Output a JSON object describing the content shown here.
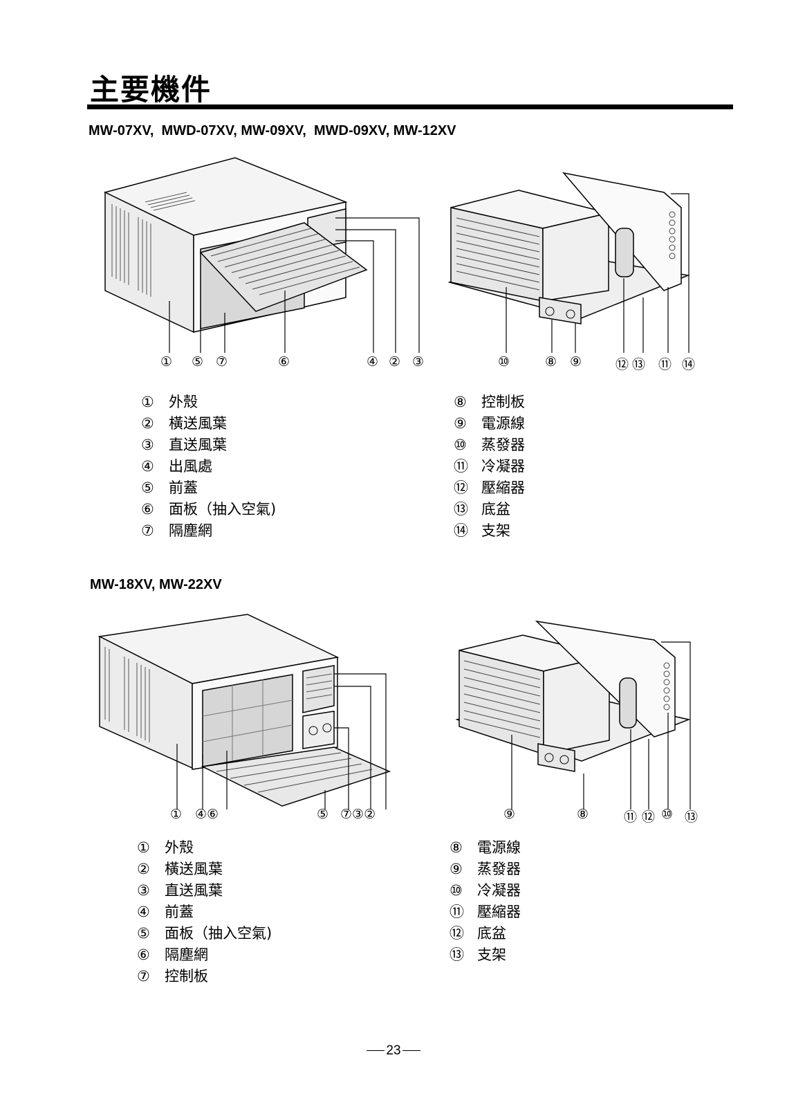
{
  "title": "主要機件",
  "section1": {
    "models": "MW-07XV,  MWD-07XV, MW-09XV,  MWD-09XV, MW-12XV",
    "callouts_left": [
      "①",
      "⑤",
      "⑦",
      "⑥",
      "④",
      "②",
      "③"
    ],
    "callouts_right": [
      "⑩",
      "⑧",
      "⑨",
      "⑫",
      "⑬",
      "⑪",
      "⑭"
    ],
    "legend_left": [
      {
        "num": "①",
        "label": "外殼"
      },
      {
        "num": "②",
        "label": "橫送風葉"
      },
      {
        "num": "③",
        "label": "直送風葉"
      },
      {
        "num": "④",
        "label": "出風處"
      },
      {
        "num": "⑤",
        "label": "前蓋"
      },
      {
        "num": "⑥",
        "label": "面板（抽入空氣)"
      },
      {
        "num": "⑦",
        "label": "隔塵網"
      }
    ],
    "legend_right": [
      {
        "num": "⑧",
        "label": "控制板"
      },
      {
        "num": "⑨",
        "label": "電源線"
      },
      {
        "num": "⑩",
        "label": "蒸發器"
      },
      {
        "num": "⑪",
        "label": "冷凝器"
      },
      {
        "num": "⑫",
        "label": "壓縮器"
      },
      {
        "num": "⑬",
        "label": "底盆"
      },
      {
        "num": "⑭",
        "label": "支架"
      }
    ]
  },
  "section2": {
    "models": "MW-18XV, MW-22XV",
    "callouts_left": [
      "①",
      "④⑥",
      "⑤",
      "⑦③②"
    ],
    "callouts_right": [
      "⑨",
      "⑧",
      "⑪",
      "⑫",
      "⑩",
      "⑬"
    ],
    "legend_left": [
      {
        "num": "①",
        "label": "外殼"
      },
      {
        "num": "②",
        "label": "橫送風葉"
      },
      {
        "num": "③",
        "label": "直送風葉"
      },
      {
        "num": "④",
        "label": "前蓋"
      },
      {
        "num": "⑤",
        "label": "面板（抽入空氣)"
      },
      {
        "num": "⑥",
        "label": "隔塵網"
      },
      {
        "num": "⑦",
        "label": "控制板"
      }
    ],
    "legend_right": [
      {
        "num": "⑧",
        "label": "電源線"
      },
      {
        "num": "⑨",
        "label": "蒸發器"
      },
      {
        "num": "⑩",
        "label": "冷凝器"
      },
      {
        "num": "⑪",
        "label": "壓縮器"
      },
      {
        "num": "⑫",
        "label": "底盆"
      },
      {
        "num": "⑬",
        "label": "支架"
      }
    ]
  },
  "page_number": "23"
}
